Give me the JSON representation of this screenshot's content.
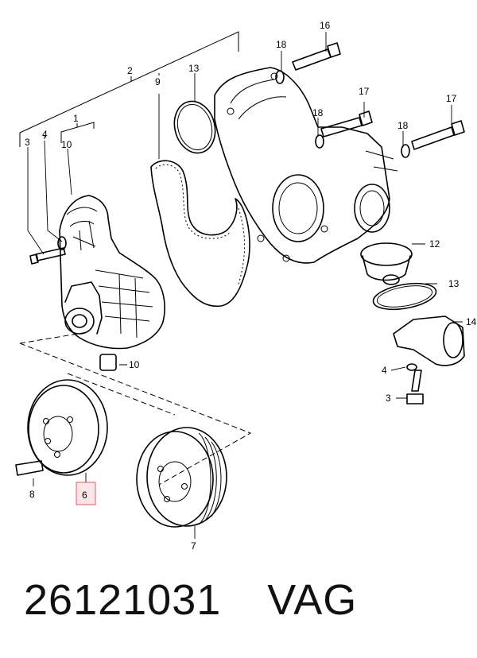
{
  "callouts": [
    {
      "id": "c1",
      "label": "1"
    },
    {
      "id": "c2",
      "label": "2"
    },
    {
      "id": "c3a",
      "label": "3"
    },
    {
      "id": "c4a",
      "label": "4"
    },
    {
      "id": "c10a",
      "label": "10"
    },
    {
      "id": "c9",
      "label": "9"
    },
    {
      "id": "c13a",
      "label": "13"
    },
    {
      "id": "c18a",
      "label": "18"
    },
    {
      "id": "c16",
      "label": "16"
    },
    {
      "id": "c17a",
      "label": "17"
    },
    {
      "id": "c18b",
      "label": "18"
    },
    {
      "id": "c18c",
      "label": "18"
    },
    {
      "id": "c17b",
      "label": "17"
    },
    {
      "id": "c12",
      "label": "12"
    },
    {
      "id": "c13b",
      "label": "13"
    },
    {
      "id": "c14",
      "label": "14"
    },
    {
      "id": "c10b",
      "label": "10"
    },
    {
      "id": "c4b",
      "label": "4"
    },
    {
      "id": "c3b",
      "label": "3"
    },
    {
      "id": "c8",
      "label": "8"
    },
    {
      "id": "c6",
      "label": "6"
    },
    {
      "id": "c7",
      "label": "7"
    }
  ],
  "highlight_color": "#e05a6a",
  "footer": {
    "part_number": "26121031",
    "brand": "VAG"
  }
}
